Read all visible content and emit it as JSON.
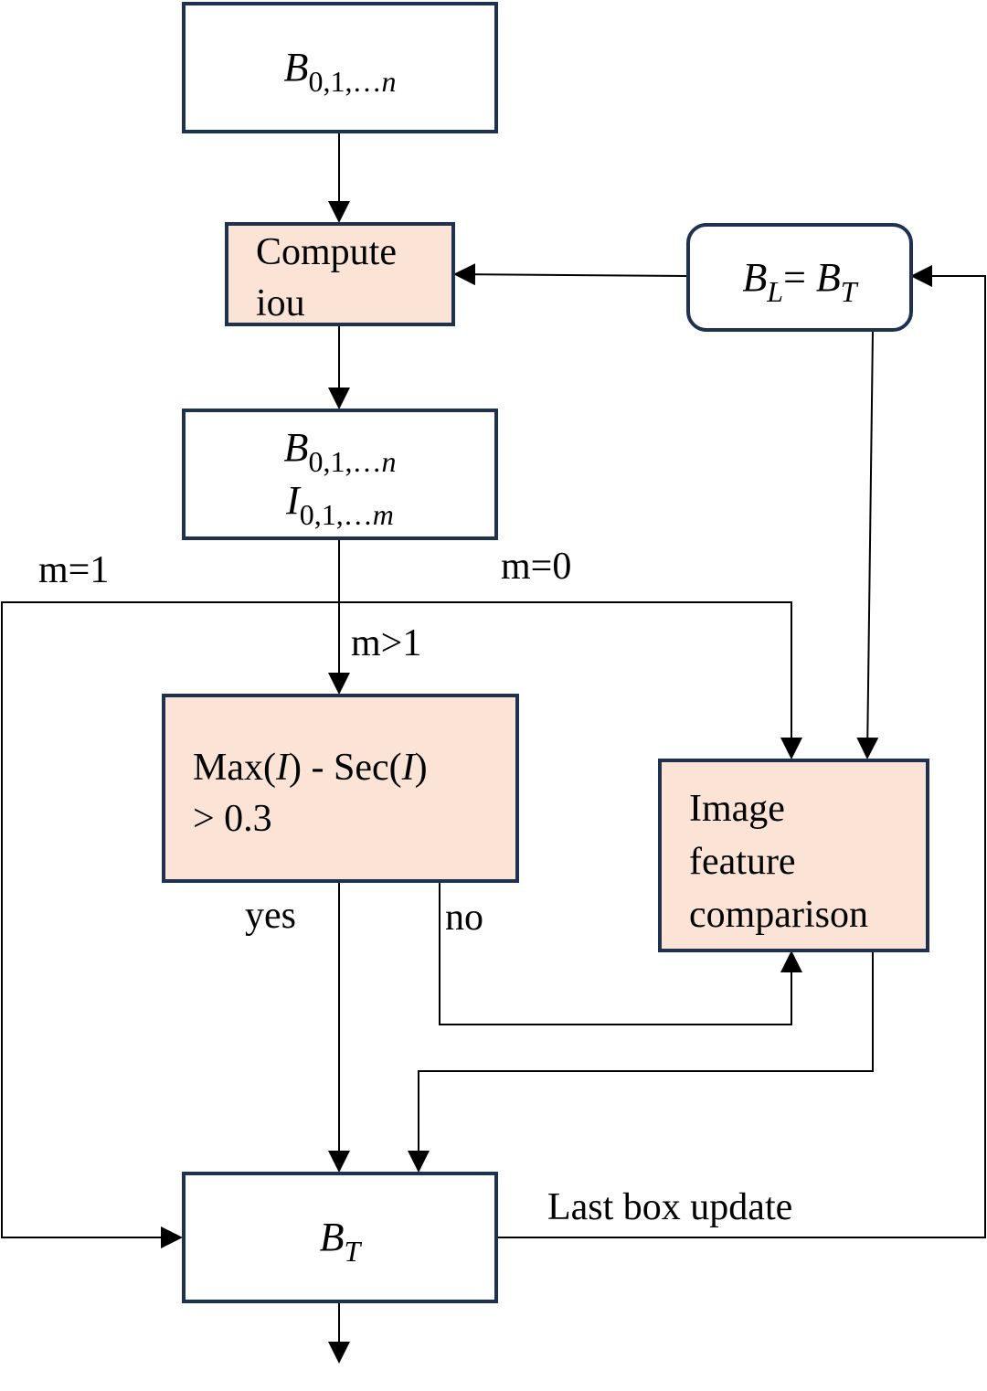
{
  "nodes": {
    "input_boxes": {
      "symbol": "B",
      "subscript_num": "0,1,…",
      "subscript_var": "n"
    },
    "compute_iou": {
      "line1": "Compute",
      "line2": "iou"
    },
    "last_box": {
      "lhs_symbol": "B",
      "lhs_sub": "L",
      "equals": "=",
      "rhs_symbol": "B",
      "rhs_sub": "T"
    },
    "iou_result": {
      "b_symbol": "B",
      "b_subscript_num": "0,1,…",
      "b_subscript_var": "n",
      "i_symbol": "I",
      "i_subscript_num": "0,1,…",
      "i_subscript_var": "m"
    },
    "max_sec_decision": {
      "line1_pre": "Max(",
      "line1_var1": "I",
      "line1_mid": ") - Sec(",
      "line1_var2": "I",
      "line1_post": ")",
      "line2": "> 0.3"
    },
    "image_feature": {
      "line1": "Image",
      "line2": "feature",
      "line3": "comparison"
    },
    "target_box": {
      "symbol": "B",
      "subscript": "T"
    }
  },
  "edge_labels": {
    "m_eq_1": "m=1",
    "m_eq_0": "m=0",
    "m_gt_1": "m>1",
    "yes": "yes",
    "no": "no",
    "last_box_update": "Last box update"
  },
  "colors": {
    "box_border": "#1f3150",
    "process_fill": "#fbe4d6",
    "plain_fill": "#ffffff",
    "line": "#000000"
  }
}
